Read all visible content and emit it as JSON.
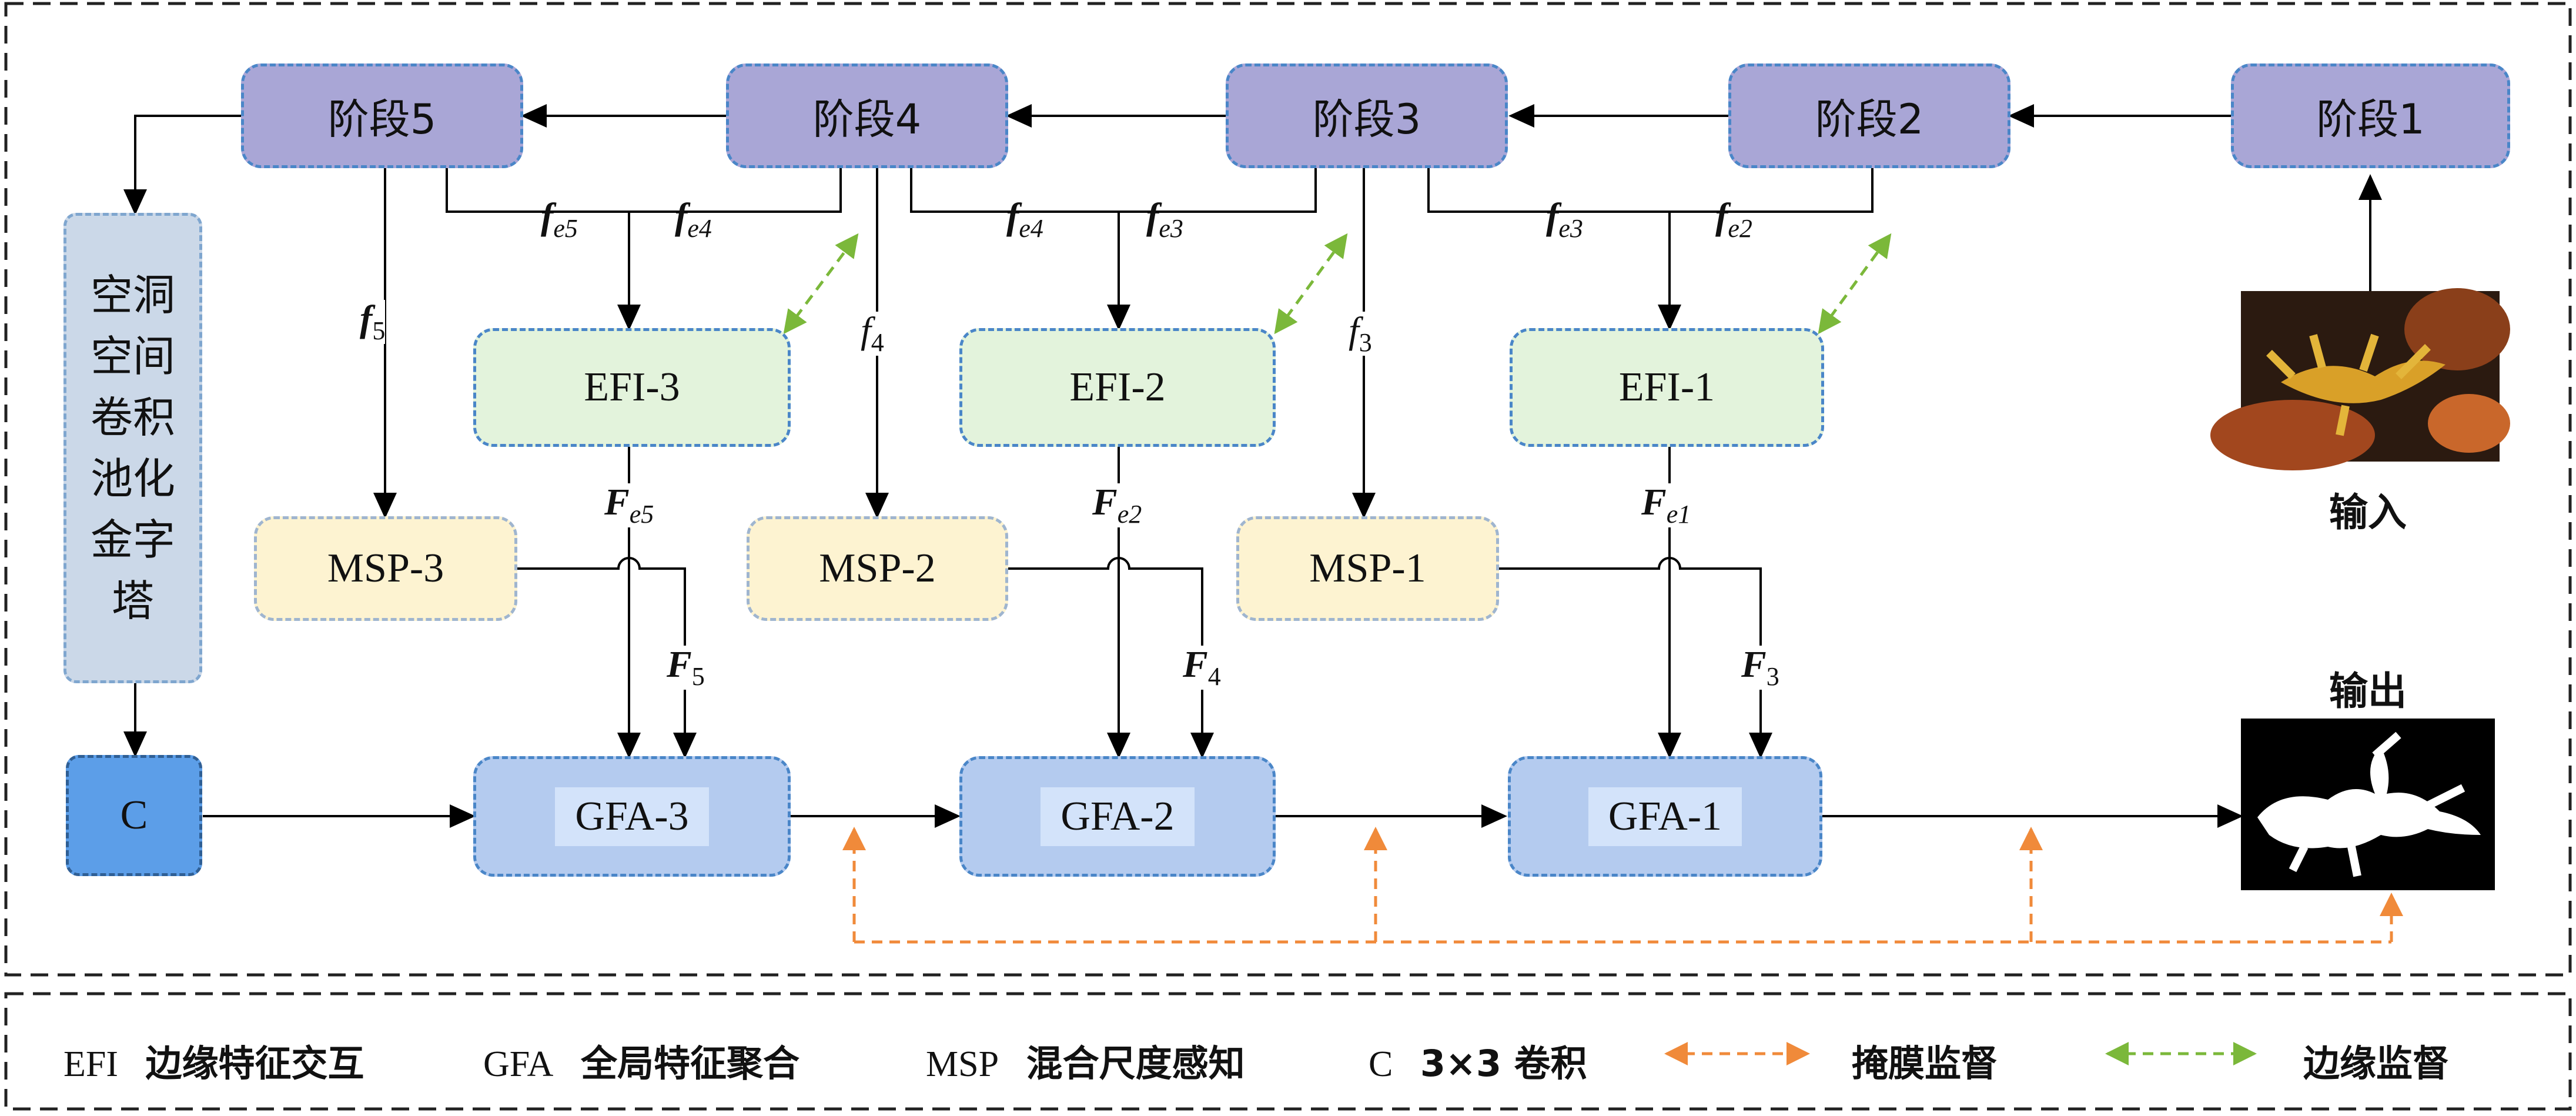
{
  "stages": [
    {
      "label": "阶段1"
    },
    {
      "label": "阶段2"
    },
    {
      "label": "阶段3"
    },
    {
      "label": "阶段4"
    },
    {
      "label": "阶段5"
    }
  ],
  "efi": [
    {
      "label": "EFI-1"
    },
    {
      "label": "EFI-2"
    },
    {
      "label": "EFI-3"
    }
  ],
  "msp": [
    {
      "label": "MSP-1"
    },
    {
      "label": "MSP-2"
    },
    {
      "label": "MSP-3"
    }
  ],
  "gfa": [
    {
      "label": "GFA-1"
    },
    {
      "label": "GFA-2"
    },
    {
      "label": "GFA-3"
    }
  ],
  "aspp": {
    "lines": [
      "空洞",
      "空间",
      "卷积",
      "池化",
      "金字",
      "塔"
    ]
  },
  "conv": {
    "label": "C"
  },
  "io": {
    "input": "输入",
    "output": "输出"
  },
  "features": {
    "fe5": {
      "base": "f",
      "sub": "e5"
    },
    "fe4": {
      "base": "f",
      "sub": "e4"
    },
    "fe3": {
      "base": "f",
      "sub": "e3"
    },
    "fe2": {
      "base": "f",
      "sub": "e2"
    },
    "f5": {
      "base": "f",
      "sub": "5"
    },
    "f4": {
      "base": "f",
      "sub": "4"
    },
    "f3": {
      "base": "f",
      "sub": "3"
    },
    "Fe5": {
      "base": "F",
      "sub": "e5"
    },
    "Fe2": {
      "base": "F",
      "sub": "e2"
    },
    "Fe1": {
      "base": "F",
      "sub": "e1"
    },
    "F5": {
      "base": "F",
      "sub": "5"
    },
    "F4": {
      "base": "F",
      "sub": "4"
    },
    "F3": {
      "base": "F",
      "sub": "3"
    }
  },
  "legend": [
    {
      "abbr": "EFI",
      "desc": "边缘特征交互"
    },
    {
      "abbr": "GFA",
      "desc": "全局特征聚合"
    },
    {
      "abbr": "MSP",
      "desc": "混合尺度感知"
    },
    {
      "abbr": "C",
      "desc": "3×3 卷积"
    },
    {
      "abbr": "",
      "desc": "掩膜监督"
    },
    {
      "abbr": "",
      "desc": "边缘监督"
    }
  ],
  "colors": {
    "stage": "#a9a6d6",
    "efi": "#e3f3dc",
    "msp": "#fdf3d1",
    "gfa": "#b4cbef",
    "aspp": "#cbd8e8",
    "conv": "#5c9ee8",
    "mask_supervision": "#f08a3a",
    "edge_supervision": "#7bb83a"
  }
}
